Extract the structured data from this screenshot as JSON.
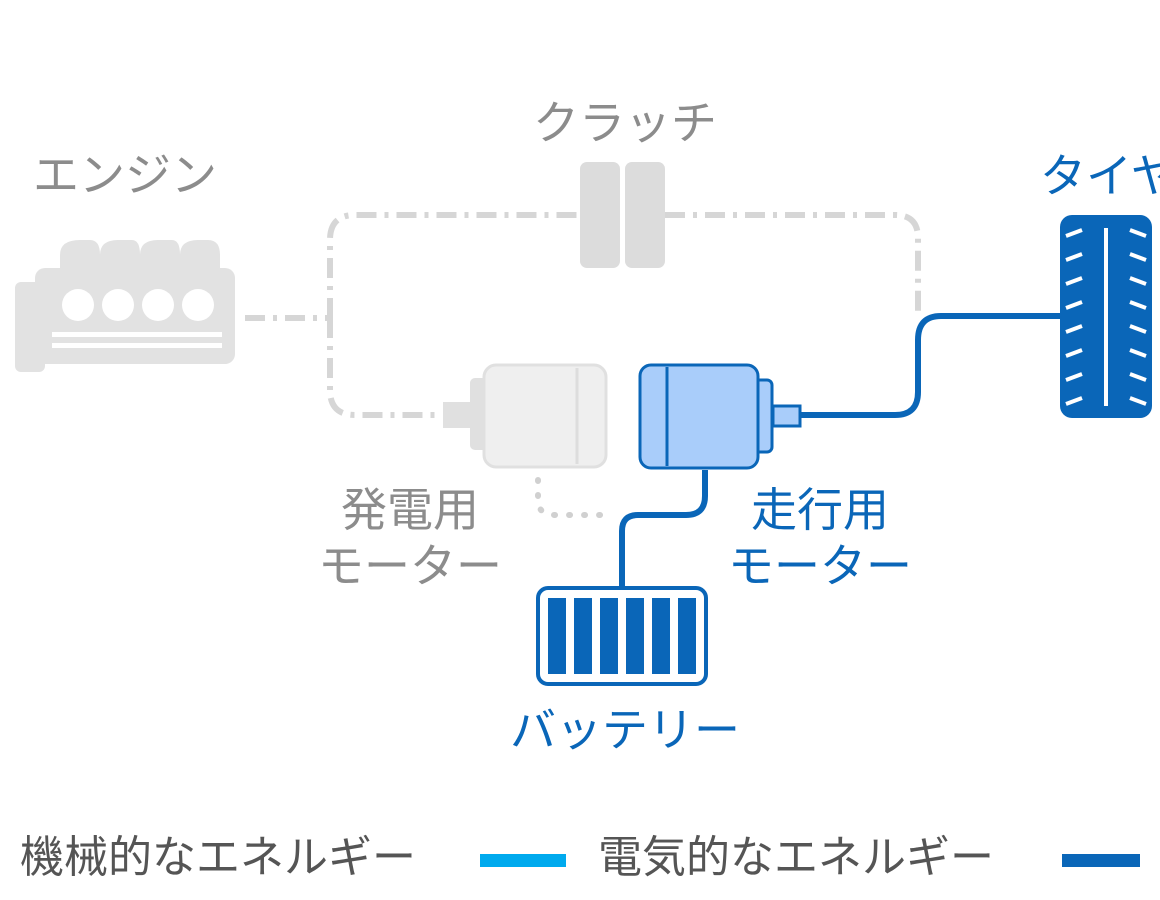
{
  "labels": {
    "engine": "エンジン",
    "clutch": "クラッチ",
    "tire": "タイヤ",
    "generator_line1": "発電用",
    "generator_line2": "モーター",
    "drive_motor_line1": "走行用",
    "drive_motor_line2": "モーター",
    "battery": "バッテリー"
  },
  "legend": {
    "mechanical_label": "機械的なエネルギー",
    "electrical_label": "電気的なエネルギー"
  },
  "colors": {
    "mechanical_energy": "#00aaee",
    "electrical_energy": "#0a66b8",
    "inactive_gray": "#dcdcdc",
    "inactive_text": "#8c8c8c",
    "motor_fill": "#a9cdfa"
  }
}
